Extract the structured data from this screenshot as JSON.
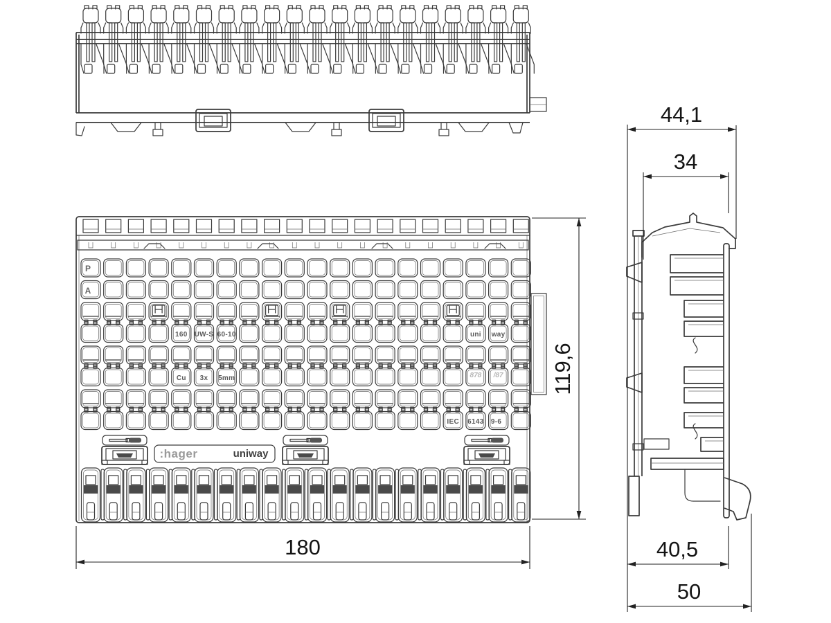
{
  "drawing": {
    "type": "technical-dimension-drawing",
    "views": {
      "top_view": "terminal block seen from above with 20 connector pins",
      "front_view": "terminal block front face with 20x8 terminal grid",
      "side_view": "terminal block side profile with DIN-rail foot"
    },
    "front_view_markings": {
      "pole_top": "P",
      "pole_second": "A",
      "product": [
        "160",
        "UW-S",
        "60-10"
      ],
      "series_split": [
        "uni",
        "way"
      ],
      "conductor": [
        "Cu",
        "3x",
        "5mm"
      ],
      "molded_gray": [
        "878",
        "/87"
      ],
      "standard": [
        "IEC",
        "6143",
        "9-6"
      ],
      "label_plate": {
        "brand": ":hager",
        "series": "uniway"
      }
    },
    "dimensions": {
      "front_width_mm": "180",
      "front_height_mm": "119,6",
      "side_top_width_mm": "44,1",
      "side_upper_width_mm": "34",
      "side_lower_width_mm": "40,5",
      "side_base_width_mm": "50"
    },
    "colors": {
      "background": "#ffffff",
      "line": "#3a3a3a",
      "dimension_line": "#222222",
      "dimension_text": "#141414",
      "molded_text": "#5a5a5a",
      "gray_molded_text": "#b5b5b5",
      "brand_text": "#9a9a9a"
    }
  }
}
